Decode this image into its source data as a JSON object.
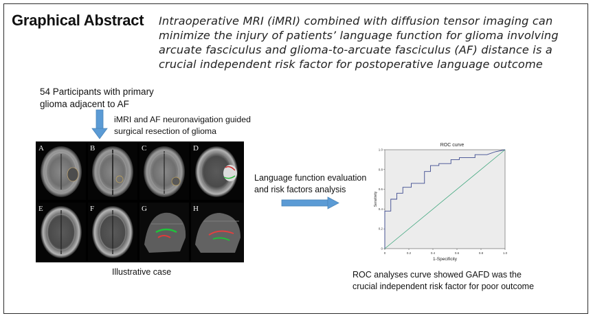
{
  "title": "Graphical Abstract",
  "description_lines": [
    "Intraoperative MRI (iMRI) combined with diffusion tensor imaging can",
    "minimize the injury of patients’ language function for glioma involving",
    "arcuate fasciculus and glioma-to-arcuate fasciculus (AF) distance is a",
    "crucial independent risk factor for postoperative language outcome"
  ],
  "step1_lines": [
    "54 Participants with primary",
    "glioma adjacent to AF"
  ],
  "step2_lines": [
    "iMRI and AF neuronavigation guided",
    "surgical resection of glioma"
  ],
  "step3_lines": [
    "Language function evaluation",
    "and risk factors analysis"
  ],
  "mri_panel_labels": [
    "A",
    "B",
    "C",
    "D",
    "E",
    "F",
    "G",
    "H"
  ],
  "mri_caption": "Illustrative case",
  "roc_caption_lines": [
    "ROC analyses curve showed GAFD was the",
    "crucial independent risk factor for poor outcome"
  ],
  "colors": {
    "arrow": "#5b9bd5",
    "reference_line": "#3aa57a",
    "roc_curve": "#3d4a8f",
    "plot_bg": "#ececec"
  },
  "chart_data": {
    "type": "line",
    "title": "ROC curve",
    "xlabel": "1-Specificity",
    "ylabel": "Sensitivity",
    "xlim": [
      0,
      1
    ],
    "ylim": [
      0,
      1
    ],
    "x_ticks": [
      "0",
      "0.2",
      "0.4",
      "0.6",
      "0.8",
      "1.0"
    ],
    "y_ticks": [
      "0",
      "0.2",
      "0.4",
      "0.6",
      "0.8",
      "1.0"
    ],
    "grid": false,
    "series": [
      {
        "points": [
          [
            0,
            0
          ],
          [
            0,
            0.38
          ],
          [
            0.05,
            0.38
          ],
          [
            0.05,
            0.5
          ],
          [
            0.1,
            0.5
          ],
          [
            0.1,
            0.56
          ],
          [
            0.15,
            0.56
          ],
          [
            0.15,
            0.62
          ],
          [
            0.22,
            0.62
          ],
          [
            0.22,
            0.66
          ],
          [
            0.33,
            0.66
          ],
          [
            0.33,
            0.78
          ],
          [
            0.38,
            0.78
          ],
          [
            0.38,
            0.84
          ],
          [
            0.45,
            0.84
          ],
          [
            0.45,
            0.86
          ],
          [
            0.55,
            0.86
          ],
          [
            0.55,
            0.9
          ],
          [
            0.62,
            0.9
          ],
          [
            0.62,
            0.92
          ],
          [
            0.75,
            0.92
          ],
          [
            0.75,
            0.95
          ],
          [
            0.85,
            0.95
          ],
          [
            0.92,
            0.98
          ],
          [
            1,
            1
          ]
        ]
      },
      {
        "points": [
          [
            0,
            0
          ],
          [
            1,
            1
          ]
        ]
      }
    ]
  }
}
